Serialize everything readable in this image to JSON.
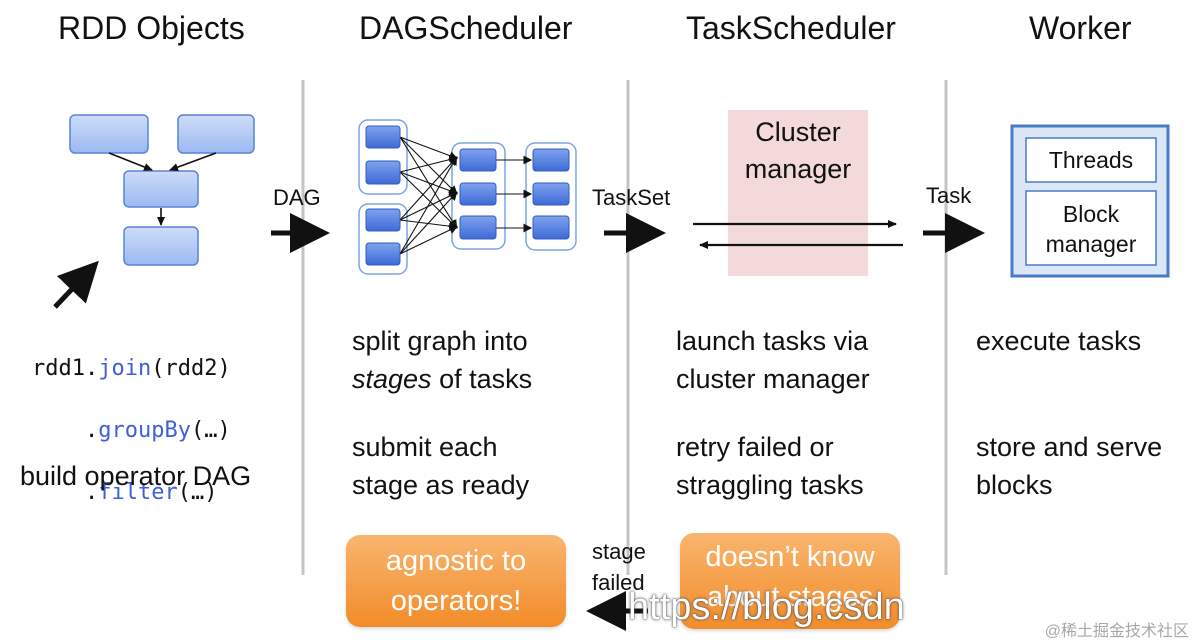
{
  "columns": [
    {
      "title": "RDD Objects",
      "descriptions": [
        "build operator DAG"
      ]
    },
    {
      "title": "DAGScheduler",
      "descriptions": [
        "split graph into",
        "stages",
        " of tasks",
        "submit each",
        "stage as ready"
      ]
    },
    {
      "title": "TaskScheduler",
      "descriptions": [
        "launch tasks via",
        "cluster manager",
        "retry failed or",
        "straggling tasks"
      ]
    },
    {
      "title": "Worker",
      "descriptions": [
        "execute tasks",
        "store and serve",
        "blocks"
      ]
    }
  ],
  "code": {
    "line1_prefix": "rdd1.",
    "line1_method": "join",
    "line1_arg": "(rdd2)",
    "line2_prefix": "    .",
    "line2_method": "groupBy",
    "line2_arg": "(…)",
    "line3_prefix": "    .",
    "line3_method": "filter",
    "line3_arg": "(…)"
  },
  "arrows": {
    "dag": "DAG",
    "taskset": "TaskSet",
    "task": "Task",
    "stage_failed_1": "stage",
    "stage_failed_2": "failed"
  },
  "cluster_manager": {
    "line1": "Cluster",
    "line2": "manager"
  },
  "worker_box": {
    "threads": "Threads",
    "block_1": "Block",
    "block_2": "manager"
  },
  "callouts": {
    "agnostic_1": "agnostic to",
    "agnostic_2": "operators!",
    "doesnt_1": "doesn’t know",
    "doesnt_2": "about stages"
  },
  "watermarks": {
    "blog": "https://blog.csdn",
    "corner": "@稀土掘金技术社区"
  },
  "colors": {
    "node_fill": "#a9c4f4",
    "node_stroke": "#3d6fd8",
    "stage_stroke": "#7fa3e0",
    "cluster_bg": "#f3d9d9",
    "worker_border": "#4a7ac9",
    "worker_bg": "#dbe6f6",
    "orange": "#f39a3c",
    "divider": "#c4c4c4",
    "code_keyword": "#3f5fd6"
  }
}
